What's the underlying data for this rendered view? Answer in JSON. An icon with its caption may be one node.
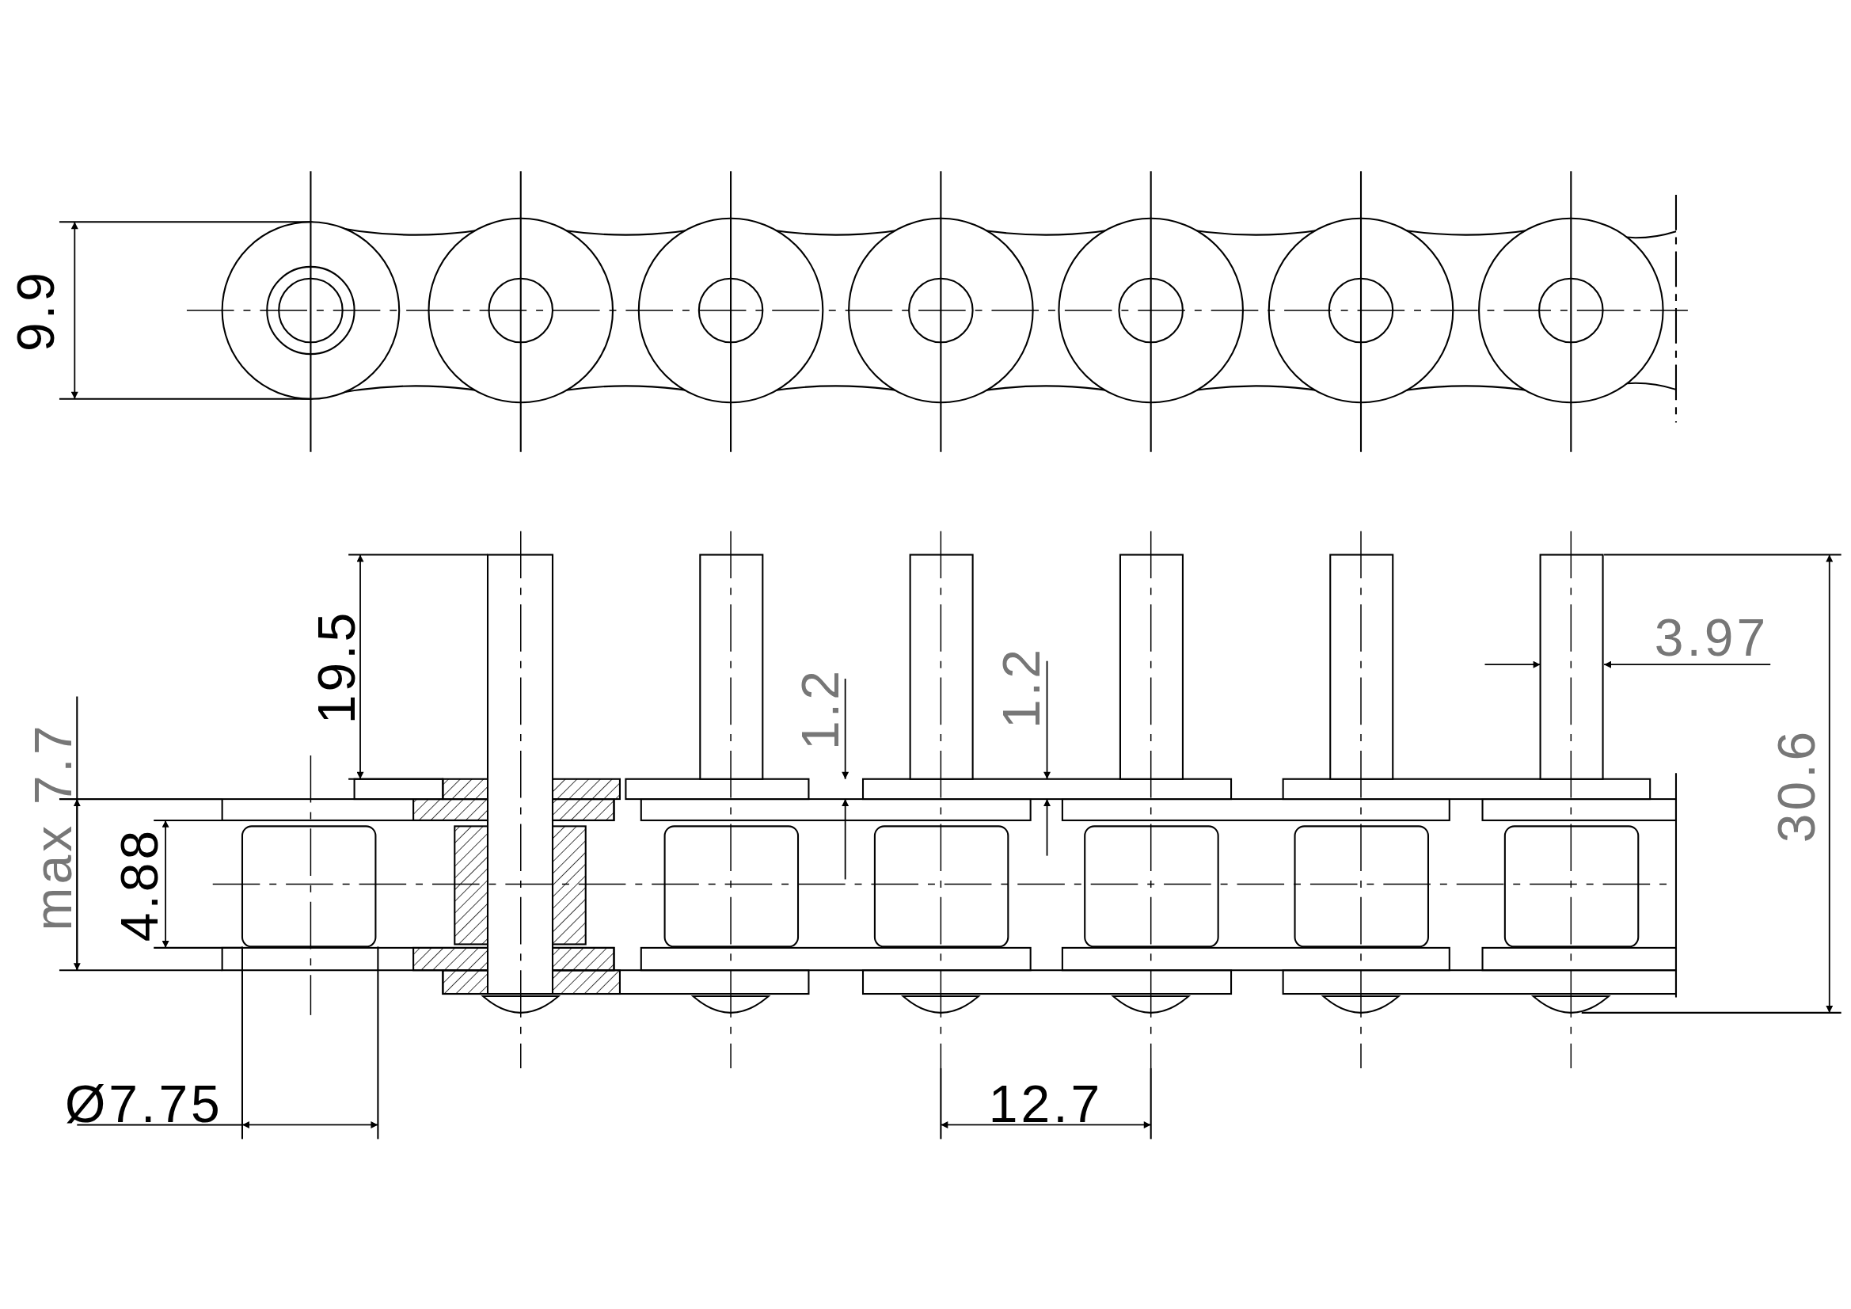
{
  "diagram": {
    "labels": [
      "9.9",
      "19.5",
      "1.2",
      "1.2",
      "3.97",
      "max 7.7",
      "4.88",
      "30.6",
      "Ø7.75",
      "12.7"
    ]
  }
}
